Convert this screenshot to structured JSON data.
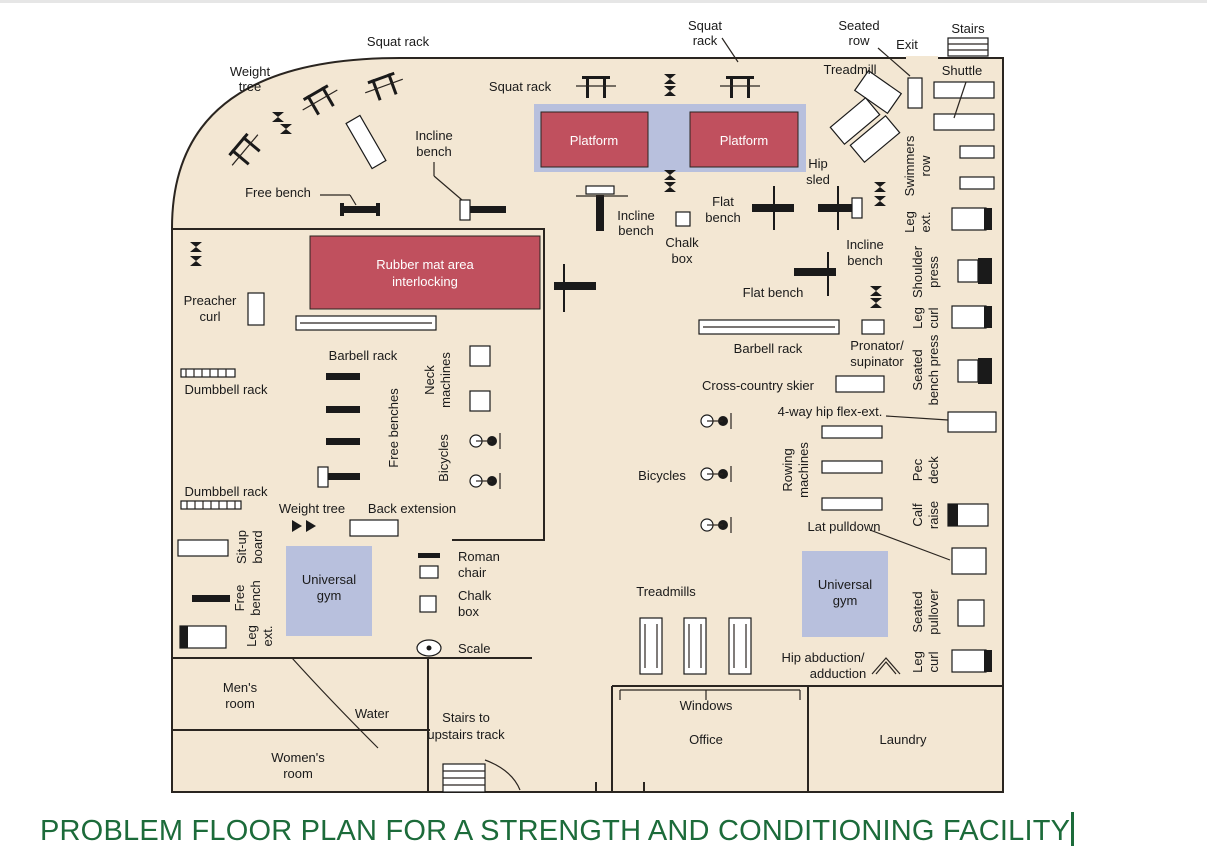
{
  "caption": "PROBLEM FLOOR PLAN FOR A STRENGTH AND CONDITIONING FACILITY",
  "colors": {
    "floor": "#f3e7d3",
    "platform": "#c0505e",
    "platform_base": "#b8c0dd",
    "universal": "#b8c0dd",
    "wall": "#2a2520",
    "caption": "#1c6b3a"
  },
  "labels": {
    "squat_rack_1": "Squat rack",
    "squat_rack_2": "Squat rack",
    "squat_rack_3a": "Squat",
    "squat_rack_3b": "rack",
    "weight_tree_top_a": "Weight",
    "weight_tree_top_b": "tree",
    "incline_bench_1a": "Incline",
    "incline_bench_1b": "bench",
    "free_bench": "Free bench",
    "platform_1": "Platform",
    "platform_2": "Platform",
    "seated_row_a": "Seated",
    "seated_row_b": "row",
    "exit": "Exit",
    "stairs": "Stairs",
    "treadmill": "Treadmill",
    "shuttle": "Shuttle",
    "swimmers_row_a": "Swimmers",
    "swimmers_row_b": "row",
    "hip_sled_a": "Hip",
    "hip_sled_b": "sled",
    "incline_bench_2a": "Incline",
    "incline_bench_2b": "bench",
    "chalk_box_1a": "Chalk",
    "chalk_box_1b": "box",
    "flat_bench_1a": "Flat",
    "flat_bench_1b": "bench",
    "incline_bench_3a": "Incline",
    "incline_bench_3b": "bench",
    "flat_bench_2": "Flat bench",
    "leg_ext_1a": "Leg",
    "leg_ext_1b": "ext.",
    "shoulder_press_a": "Shoulder",
    "shoulder_press_b": "press",
    "leg_curl_1a": "Leg",
    "leg_curl_1b": "curl",
    "rubber_mat_a": "Rubber mat area",
    "rubber_mat_b": "interlocking",
    "preacher_a": "Preacher",
    "preacher_b": "curl",
    "barbell_rack_1": "Barbell rack",
    "barbell_rack_2": "Barbell rack",
    "dumbbell_rack_1": "Dumbbell rack",
    "dumbbell_rack_2": "Dumbbell rack",
    "neck_a": "Neck",
    "neck_b": "machines",
    "free_benches": "Free benches",
    "bicycles_1": "Bicycles",
    "bicycles_2": "Bicycles",
    "pronator_a": "Pronator/",
    "pronator_b": "supinator",
    "seated_bench_press_a": "Seated",
    "seated_bench_press_b": "bench press",
    "cross_country": "Cross-country skier",
    "hip_flex": "4-way hip flex-ext.",
    "rowing_a": "Rowing",
    "rowing_b": "machines",
    "pec_deck_a": "Pec",
    "pec_deck_b": "deck",
    "calf_raise_a": "Calf",
    "calf_raise_b": "raise",
    "lat_pulldown": "Lat pulldown",
    "weight_tree_2": "Weight tree",
    "back_extension": "Back extension",
    "sit_up_a": "Sit-up",
    "sit_up_b": "board",
    "universal_1a": "Universal",
    "universal_1b": "gym",
    "universal_2a": "Universal",
    "universal_2b": "gym",
    "roman_chair_a": "Roman",
    "roman_chair_b": "chair",
    "chalk_box_2a": "Chalk",
    "chalk_box_2b": "box",
    "scale": "Scale",
    "free_bench_2a": "Free",
    "free_bench_2b": "bench",
    "leg_ext_2a": "Leg",
    "leg_ext_2b": "ext.",
    "treadmills": "Treadmills",
    "seated_pullover_a": "Seated",
    "seated_pullover_b": "pullover",
    "hip_abduction_a": "Hip abduction/",
    "hip_abduction_b": "adduction",
    "leg_curl_2a": "Leg",
    "leg_curl_2b": "curl",
    "mens_room_a": "Men's",
    "mens_room_b": "room",
    "water": "Water",
    "stairs_track_a": "Stairs to",
    "stairs_track_b": "upstairs track",
    "womens_room_a": "Women's",
    "womens_room_b": "room",
    "windows": "Windows",
    "office": "Office",
    "laundry": "Laundry"
  }
}
